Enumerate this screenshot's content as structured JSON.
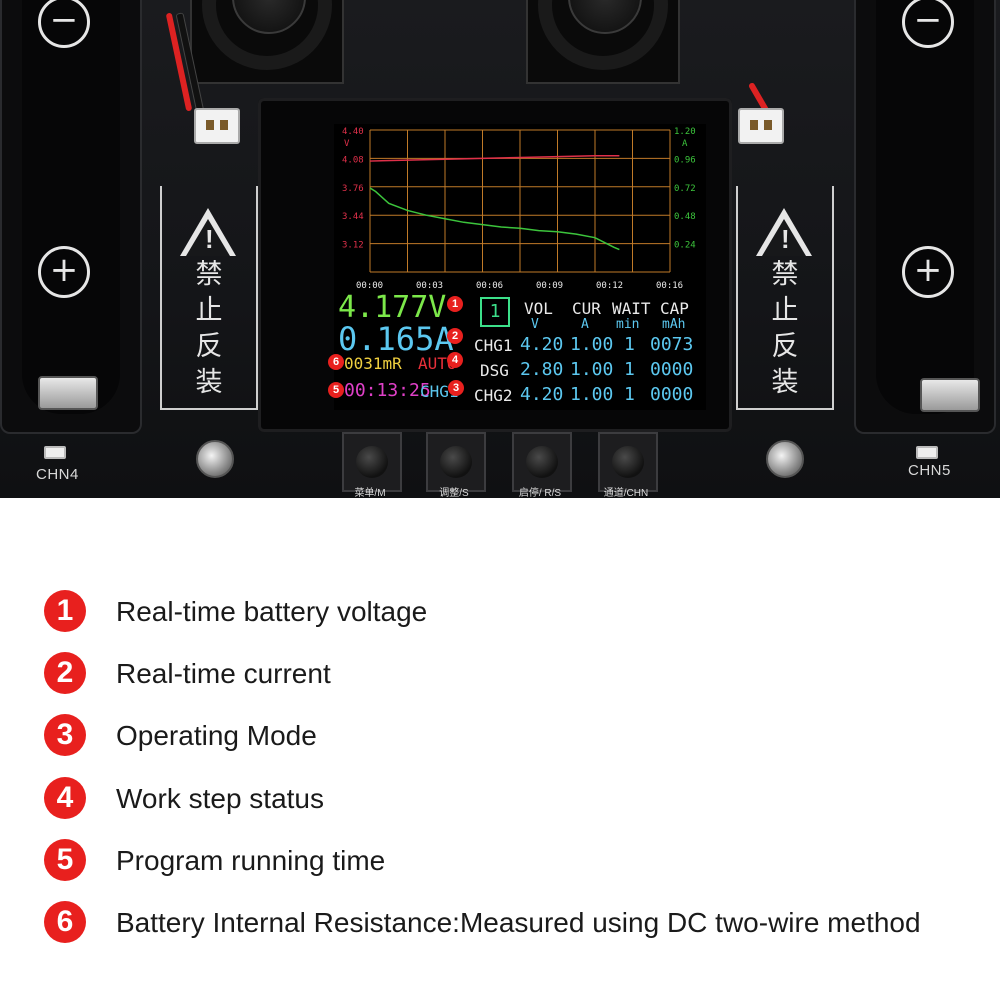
{
  "board": {
    "left_channel": "CHN4",
    "right_channel": "CHN5",
    "warning_chars": [
      "禁",
      "止",
      "反",
      "装"
    ],
    "minus_sign": "−",
    "plus_sign": "+",
    "buttons": [
      "菜单/M",
      "调整/S",
      "启停/ R/S",
      "通道/CHN"
    ]
  },
  "screen": {
    "chart": {
      "left_axis_ticks": [
        "4.40",
        "4.08",
        "3.76",
        "3.44",
        "3.12"
      ],
      "left_unit": "V",
      "right_axis_ticks": [
        "1.20",
        "0.96",
        "0.72",
        "0.48",
        "0.24"
      ],
      "right_unit": "A",
      "x_ticks": [
        "00:00",
        "00:03",
        "00:06",
        "00:09",
        "00:12",
        "00:16"
      ]
    },
    "voltage": "4.177V",
    "current": "0.165A",
    "resistance": "0031mR",
    "mode_status": "AUTO",
    "runtime": "00:13:25",
    "channel_mode": "CHG1",
    "step_index": "1",
    "table": {
      "headers": [
        "VOL",
        "CUR",
        "WAIT",
        "CAP"
      ],
      "units": [
        "V",
        "A",
        "min",
        "mAh"
      ],
      "rows": [
        {
          "name": "CHG1",
          "vol": "4.20",
          "cur": "1.00",
          "wait": "1",
          "cap": "0073"
        },
        {
          "name": "DSG",
          "vol": "2.80",
          "cur": "1.00",
          "wait": "1",
          "cap": "0000"
        },
        {
          "name": "CHG2",
          "vol": "4.20",
          "cur": "1.00",
          "wait": "1",
          "cap": "0000"
        }
      ]
    },
    "badges": [
      "1",
      "2",
      "6",
      "4",
      "5",
      "3"
    ]
  },
  "chart_data": {
    "type": "line",
    "x_label_ticks": [
      "00:00",
      "00:03",
      "00:06",
      "00:09",
      "00:12",
      "00:16"
    ],
    "xlim": [
      0,
      16
    ],
    "series": [
      {
        "name": "V",
        "axis": "left",
        "color": "#e0304a",
        "x": [
          0,
          2,
          4,
          6,
          8,
          10,
          12,
          13.3
        ],
        "values": [
          4.05,
          4.06,
          4.07,
          4.08,
          4.09,
          4.1,
          4.11,
          4.11
        ]
      },
      {
        "name": "A",
        "axis": "right",
        "color": "#3cc43c",
        "x": [
          0,
          0.3,
          1,
          2,
          3,
          4,
          5,
          6,
          7,
          8,
          9,
          10,
          11,
          12,
          13,
          13.3
        ],
        "values": [
          0.71,
          0.68,
          0.58,
          0.52,
          0.48,
          0.45,
          0.42,
          0.4,
          0.38,
          0.37,
          0.35,
          0.34,
          0.32,
          0.29,
          0.21,
          0.19
        ]
      }
    ],
    "left_ylim": [
      2.8,
      4.4
    ],
    "right_ylim": [
      0,
      1.2
    ],
    "grid": true
  },
  "legend": [
    {
      "num": "1",
      "text": "Real-time battery voltage"
    },
    {
      "num": "2",
      "text": "Real-time current"
    },
    {
      "num": "3",
      "text": "Operating Mode"
    },
    {
      "num": "4",
      "text": "Work step status"
    },
    {
      "num": "5",
      "text": "Program running time"
    },
    {
      "num": "6",
      "text": "Battery Internal Resistance:Measured using DC two-wire method"
    }
  ],
  "colors": {
    "voltage": "#7ce84a",
    "current": "#5cc8f0",
    "resistance": "#f0d040",
    "auto": "#e8303a",
    "runtime": "#e040c8",
    "table_value": "#5cc8f0",
    "badge": "#e8201e",
    "grid": "#c07a28"
  }
}
